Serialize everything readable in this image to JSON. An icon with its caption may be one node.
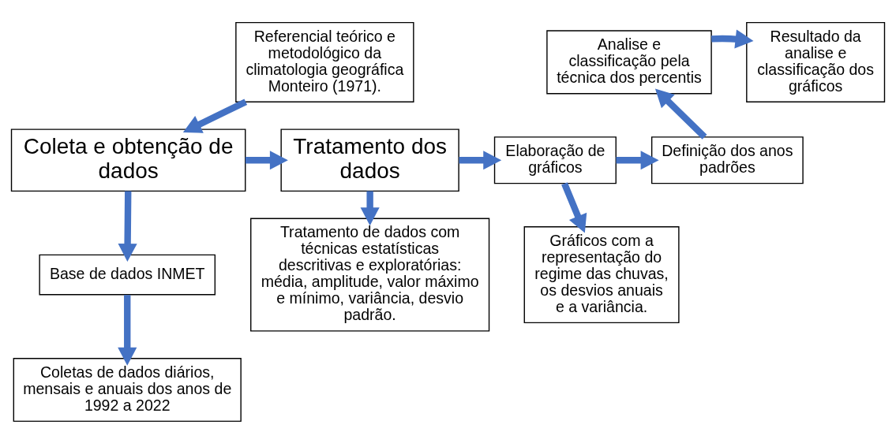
{
  "diagram": {
    "nodes": [
      {
        "text": [
          "Referencial teórico e metodológico da climatologia geográfica Monteiro (1971)."
        ]
      },
      {
        "text": [
          "Coleta e obtenção de dados"
        ]
      },
      {
        "text": [
          "Base de dados INMET"
        ]
      },
      {
        "text": [
          "Coletas de dados diários, mensais e anuais dos anos de 1992 a 2022"
        ]
      },
      {
        "text": [
          "Tratamento dos dados"
        ]
      },
      {
        "text": [
          "Tratamento de dados com técnicas estatísticas descritivas e exploratórias: média, amplitude, valor máximo e mínimo, variância, desvio padrão."
        ]
      },
      {
        "text": [
          "Elaboração de gráficos"
        ]
      },
      {
        "text": [
          "Gráficos com a representação do regime das chuvas, os desvios anuais e a variância."
        ]
      },
      {
        "text": [
          "Definição dos anos padrões"
        ]
      },
      {
        "text": [
          "Analise e classificação pela técnica dos percentis"
        ]
      },
      {
        "text": [
          "Resultado da analise e classificação dos gráficos"
        ]
      }
    ],
    "edges": [
      {
        "from": 0,
        "to": 1,
        "arrow": "to"
      },
      {
        "from": 1,
        "to": 2,
        "arrow": "to"
      },
      {
        "from": 2,
        "to": 3,
        "arrow": "to"
      },
      {
        "from": 1,
        "to": 4,
        "arrow": "to"
      },
      {
        "from": 4,
        "to": 5,
        "arrow": "to"
      },
      {
        "from": 4,
        "to": 6,
        "arrow": "to"
      },
      {
        "from": 6,
        "to": 7,
        "arrow": "to"
      },
      {
        "from": 6,
        "to": 8,
        "arrow": "to"
      },
      {
        "from": 8,
        "to": 9,
        "arrow": "to"
      },
      {
        "from": 9,
        "to": 10,
        "arrow": "to"
      }
    ]
  }
}
